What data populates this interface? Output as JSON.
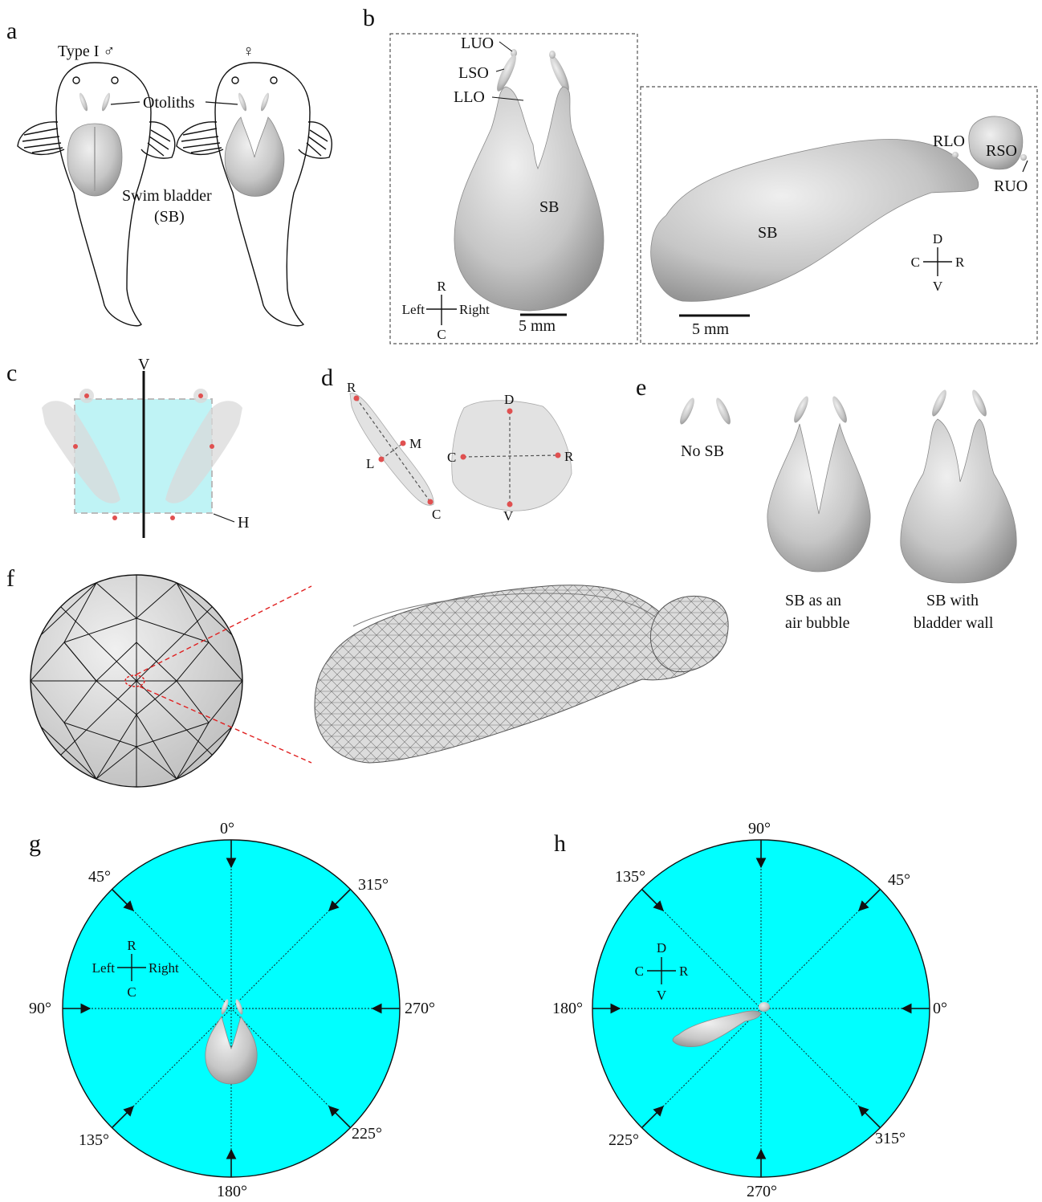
{
  "panels": {
    "a": {
      "letter": "a",
      "male_label": "Type I ♂",
      "female_label": "♀",
      "otoliths": "Otoliths",
      "swim_bladder_line1": "Swim bladder",
      "swim_bladder_line2": "(SB)"
    },
    "b": {
      "letter": "b",
      "luo": "LUO",
      "lso": "LSO",
      "llo": "LLO",
      "sb_left": "SB",
      "sb_right": "SB",
      "rlo": "RLO",
      "rso": "RSO",
      "ruo": "RUO",
      "scale_left": "5 mm",
      "scale_right": "5 mm",
      "compass_top": {
        "up": "R",
        "left": "Left",
        "right": "Right",
        "down": "C"
      },
      "compass_side": {
        "up": "D",
        "left": "C",
        "right": "R",
        "down": "V"
      }
    },
    "c": {
      "letter": "c",
      "v": "V",
      "h": "H"
    },
    "d": {
      "letter": "d",
      "r": "R",
      "m": "M",
      "l": "L",
      "c": "C",
      "d2": "D",
      "c2": "C",
      "r2": "R",
      "v2": "V"
    },
    "e": {
      "letter": "e",
      "no_sb": "No SB",
      "air1": "SB as an",
      "air2": "air bubble",
      "wall1": "SB with",
      "wall2": "bladder wall"
    },
    "f": {
      "letter": "f"
    },
    "g": {
      "letter": "g",
      "angles": {
        "top": "0°",
        "upper_left": "45°",
        "upper_right": "315°",
        "left": "90°",
        "right": "270°",
        "lower_left": "135°",
        "lower_right": "225°",
        "bottom": "180°"
      },
      "compass": {
        "up": "R",
        "left": "Left",
        "right": "Right",
        "down": "C"
      }
    },
    "h": {
      "letter": "h",
      "angles": {
        "top": "90°",
        "upper_left": "135°",
        "upper_right": "45°",
        "left": "180°",
        "right": "0°",
        "lower_left": "225°",
        "lower_right": "315°",
        "bottom": "270°"
      },
      "compass": {
        "up": "D",
        "left": "C",
        "right": "R",
        "down": "V"
      }
    }
  },
  "colors": {
    "disk": "#00ffff",
    "ortho_box": "#bff3f5",
    "marker": "#e05050",
    "model": "#c9c9c9"
  }
}
